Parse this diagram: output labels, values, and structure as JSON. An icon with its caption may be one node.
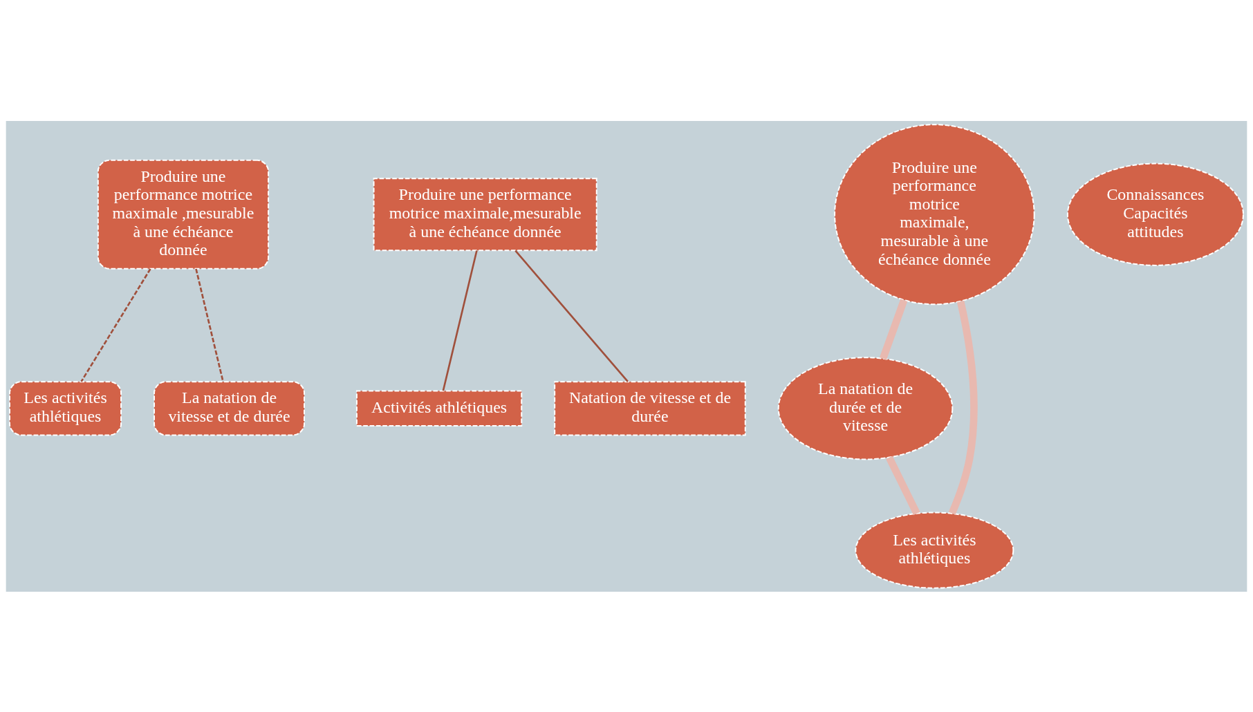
{
  "diagram": {
    "nodes": [
      {
        "text": [
          "Produire une performance motrice maximale ,mesurable à une échéance donnée"
        ]
      },
      {
        "text": [
          "Les activités athlétiques"
        ]
      },
      {
        "text": [
          "La natation de vitesse et de durée"
        ]
      },
      {
        "text": [
          "Produire une performance motrice maximale,mesurable à une échéance donnée"
        ]
      },
      {
        "text": [
          "Activités athlétiques"
        ]
      },
      {
        "text": [
          "Natation de vitesse et de durée"
        ]
      },
      {
        "text": [
          "Produire une performance motrice maximale, mesurable à une échéance donnée"
        ]
      },
      {
        "text": [
          "Les activités athlétiques"
        ]
      },
      {
        "text": [
          "Connaissances",
          "Capacités",
          "attitudes"
        ]
      },
      {
        "text": [
          "La natation de durée et de vitesse"
        ]
      }
    ],
    "edges": [
      {
        "from": 0,
        "to": 1,
        "arrow": "none",
        "style": "dashed"
      },
      {
        "from": 0,
        "to": 2,
        "arrow": "none",
        "style": "dashed"
      },
      {
        "from": 3,
        "to": 4,
        "arrow": "none"
      },
      {
        "from": 3,
        "to": 5,
        "arrow": "none"
      },
      {
        "from": 7,
        "to": 6,
        "arrow": "none",
        "style": "thick",
        "color": "#e8b9b0"
      },
      {
        "from": 6,
        "to": 9,
        "arrow": "none",
        "style": "thick",
        "color": "#e8b9b0"
      },
      {
        "from": 9,
        "to": 7,
        "arrow": "none",
        "style": "thick",
        "color": "#e8b9b0"
      }
    ]
  }
}
